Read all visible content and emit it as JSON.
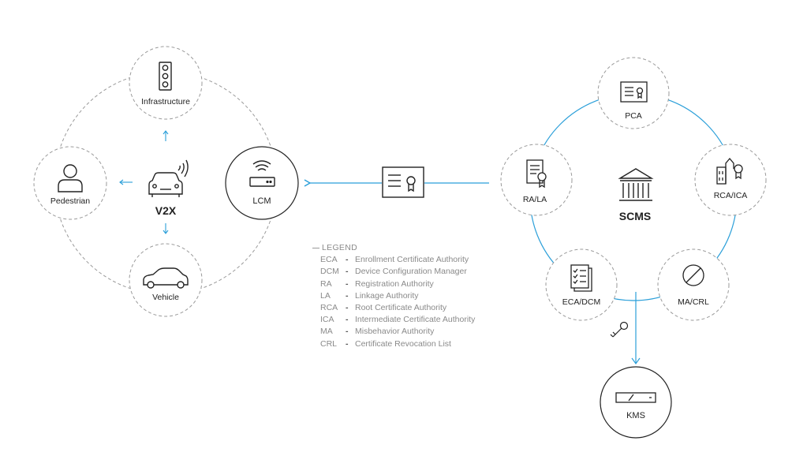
{
  "v2x": {
    "title": "V2X",
    "nodes": {
      "infrastructure": "Infrastructure",
      "pedestrian": "Pedestrian",
      "vehicle": "Vehicle",
      "lcm": "LCM"
    }
  },
  "scms": {
    "title": "SCMS",
    "nodes": {
      "pca": "PCA",
      "ra_la": "RA/LA",
      "rca_ica": "RCA/ICA",
      "eca_dcm": "ECA/DCM",
      "ma_crl": "MA/CRL",
      "kms": "KMS"
    }
  },
  "legend": {
    "title": "LEGEND",
    "items": [
      {
        "abbr": "ECA",
        "desc": "Enrollment Certificate Authority"
      },
      {
        "abbr": "DCM",
        "desc": "Device Configuration Manager"
      },
      {
        "abbr": "RA",
        "desc": "Registration Authority"
      },
      {
        "abbr": "LA",
        "desc": "Linkage Authority"
      },
      {
        "abbr": "RCA",
        "desc": "Root Certificate Authority"
      },
      {
        "abbr": "ICA",
        "desc": "Intermediate Certificate Authority"
      },
      {
        "abbr": "MA",
        "desc": "Misbehavior Authority"
      },
      {
        "abbr": "CRL",
        "desc": "Certificate Revocation List"
      }
    ]
  },
  "colors": {
    "accent": "#2b9fd9",
    "dashed": "#9a9a9a",
    "ink": "#222222",
    "legend_text": "#8a8a8a"
  }
}
